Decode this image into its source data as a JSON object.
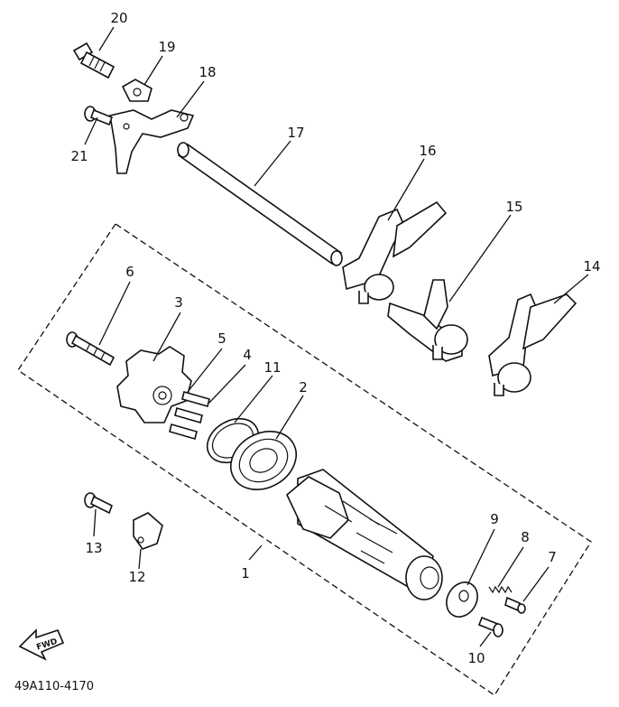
{
  "diagram": {
    "drawing_code": "49A110-4170",
    "direction_label": "FWD",
    "callouts": {
      "c1": "1",
      "c2": "2",
      "c3": "3",
      "c4": "4",
      "c5": "5",
      "c6": "6",
      "c7": "7",
      "c8": "8",
      "c9": "9",
      "c10": "10",
      "c11": "11",
      "c12": "12",
      "c13": "13",
      "c14": "14",
      "c15": "15",
      "c16": "16",
      "c17": "17",
      "c18": "18",
      "c19": "19",
      "c20": "20",
      "c21": "21"
    }
  }
}
